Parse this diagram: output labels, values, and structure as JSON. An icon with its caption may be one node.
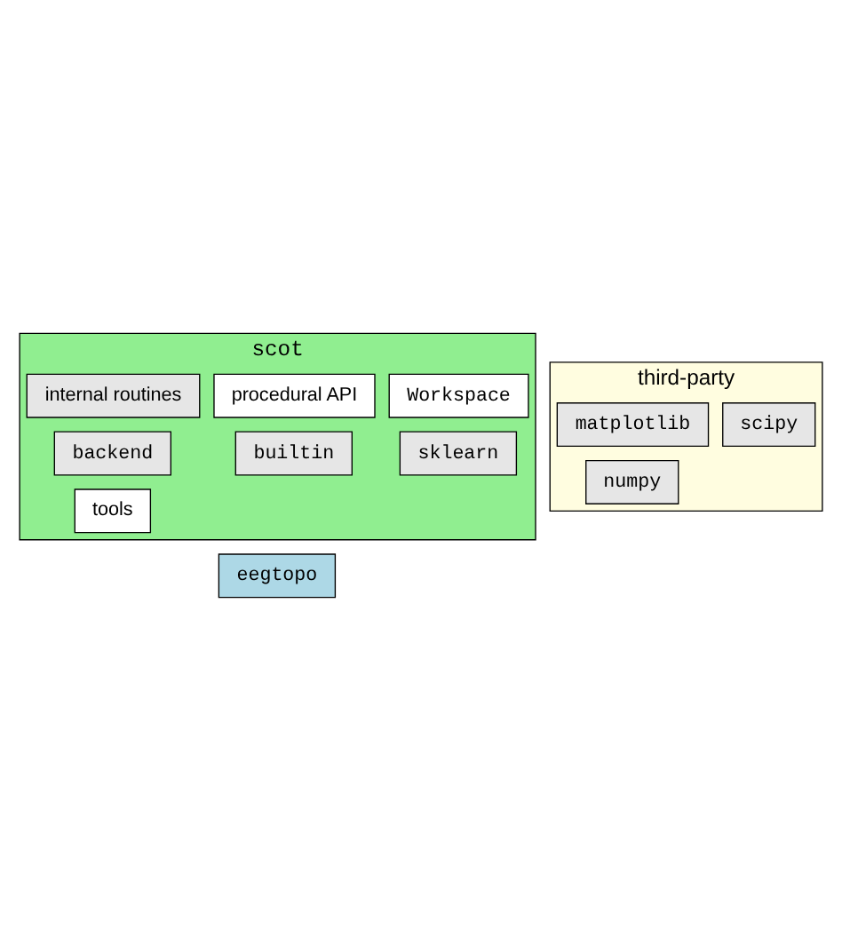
{
  "diagram": {
    "nodes": [
      {
        "text": [
          "scot"
        ]
      },
      {
        "text": [
          "tools"
        ],
        "in": 0
      },
      {
        "text": [
          "Workspace"
        ],
        "in": 0
      },
      {
        "text": [
          "procedural API"
        ],
        "in": 0
      },
      {
        "text": [
          "internal routines"
        ],
        "in": 0
      },
      {
        "text": [
          "backend"
        ],
        "in": 0
      },
      {
        "text": [
          "builtin"
        ],
        "in": 0
      },
      {
        "text": [
          "sklearn"
        ],
        "in": 0
      },
      {
        "text": [
          "third-party"
        ]
      },
      {
        "text": [
          "scipy"
        ],
        "in": 8
      },
      {
        "text": [
          "numpy"
        ],
        "in": 8
      },
      {
        "text": [
          "matplotlib"
        ],
        "in": 8
      },
      {
        "text": [
          "eegtopo"
        ]
      }
    ],
    "edges": []
  }
}
